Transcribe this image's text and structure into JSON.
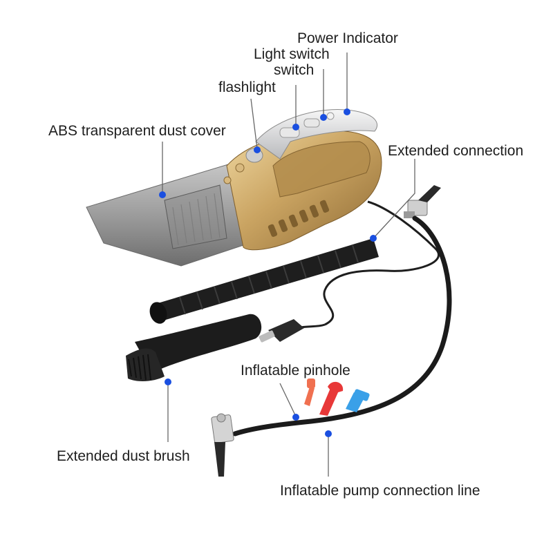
{
  "labels": {
    "power_indicator": "Power Indicator",
    "light_switch": "Light switch",
    "switch": "switch",
    "flashlight": "flashlight",
    "dust_cover": "ABS transparent dust cover",
    "extended_connection": "Extended connection",
    "inflatable_pinhole": "Inflatable pinhole",
    "dust_brush": "Extended dust brush",
    "pump_line": "Inflatable pump connection line"
  },
  "colors": {
    "dot": "#1a4fe0",
    "leader": "#666666",
    "body_gold": "#c8a565",
    "handle_silver": "#d9dadc",
    "dustbin": "#8c8c8c",
    "hose": "#1b1b1b",
    "needle_orange": "#f07050",
    "needle_red": "#e83838",
    "needle_blue": "#3aa0e8"
  }
}
